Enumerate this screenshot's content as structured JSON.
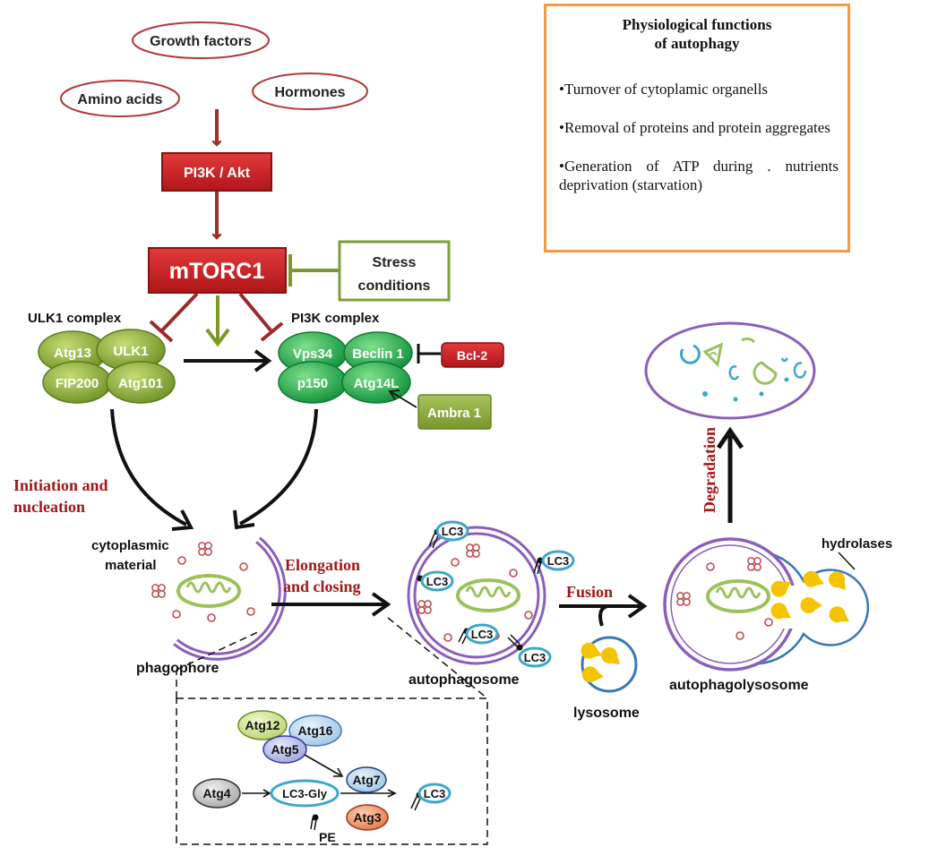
{
  "signals": {
    "growth_factors": "Growth factors",
    "amino_acids": "Amino acids",
    "hormones": "Hormones"
  },
  "pathway": {
    "pi3k_akt": "PI3K / Akt",
    "mtorc1": "mTORC1",
    "stress": [
      "Stress",
      "conditions"
    ]
  },
  "complexes": {
    "ulk1_label": "ULK1 complex",
    "pi3k_label": "PI3K complex",
    "ulk1_proteins": [
      "Atg13",
      "ULK1",
      "FIP200",
      "Atg101"
    ],
    "pi3k_proteins": [
      "Vps34",
      "Beclin 1",
      "p150",
      "Atg14L"
    ],
    "bcl2": "Bcl-2",
    "ambra1": "Ambra 1"
  },
  "stages": {
    "initiation": [
      "Initiation and",
      "nucleation"
    ],
    "elongation": [
      "Elongation",
      "and closing"
    ],
    "fusion": "Fusion",
    "degradation": "Degradation"
  },
  "structures": {
    "cytoplasmic_material": [
      "cytoplasmic",
      "material"
    ],
    "phagophore": "phagophore",
    "autophagosome": "autophagosome",
    "lysosome": "lysosome",
    "autophagolysosome": "autophagolysosome",
    "hydrolases": "hydrolases",
    "lc3": "LC3"
  },
  "conjugation": {
    "atg12": "Atg12",
    "atg16": "Atg16",
    "atg5": "Atg5",
    "atg7": "Atg7",
    "atg4": "Atg4",
    "lc3_gly": "LC3-Gly",
    "atg3": "Atg3",
    "lc3": "LC3",
    "pe": "PE"
  },
  "info": {
    "title": [
      "Physiological functions",
      "of autophagy"
    ],
    "items": [
      "•Turnover of cytoplamic organells",
      "•Removal of proteins and  protein aggregates",
      "•Generation of ATP during . nutrients deprivation (starvation)"
    ]
  },
  "colors": {
    "signal_outline": "#b03a3a",
    "pathway_red": "#c0161c",
    "inhibit_red": "#9b2b2b",
    "green_box": "#7e9f3e",
    "olive": "#7b9a2a",
    "ulk_green": "#8db437",
    "pi3k_green": "#1aa64b",
    "membrane": "#8b5fb8",
    "title_red": "#a01818",
    "lc3_blue": "#3fa6c9",
    "lysosome_blue": "#3a77b5",
    "hydrolase_yellow": "#f5c400",
    "info_border": "#f29a46"
  }
}
